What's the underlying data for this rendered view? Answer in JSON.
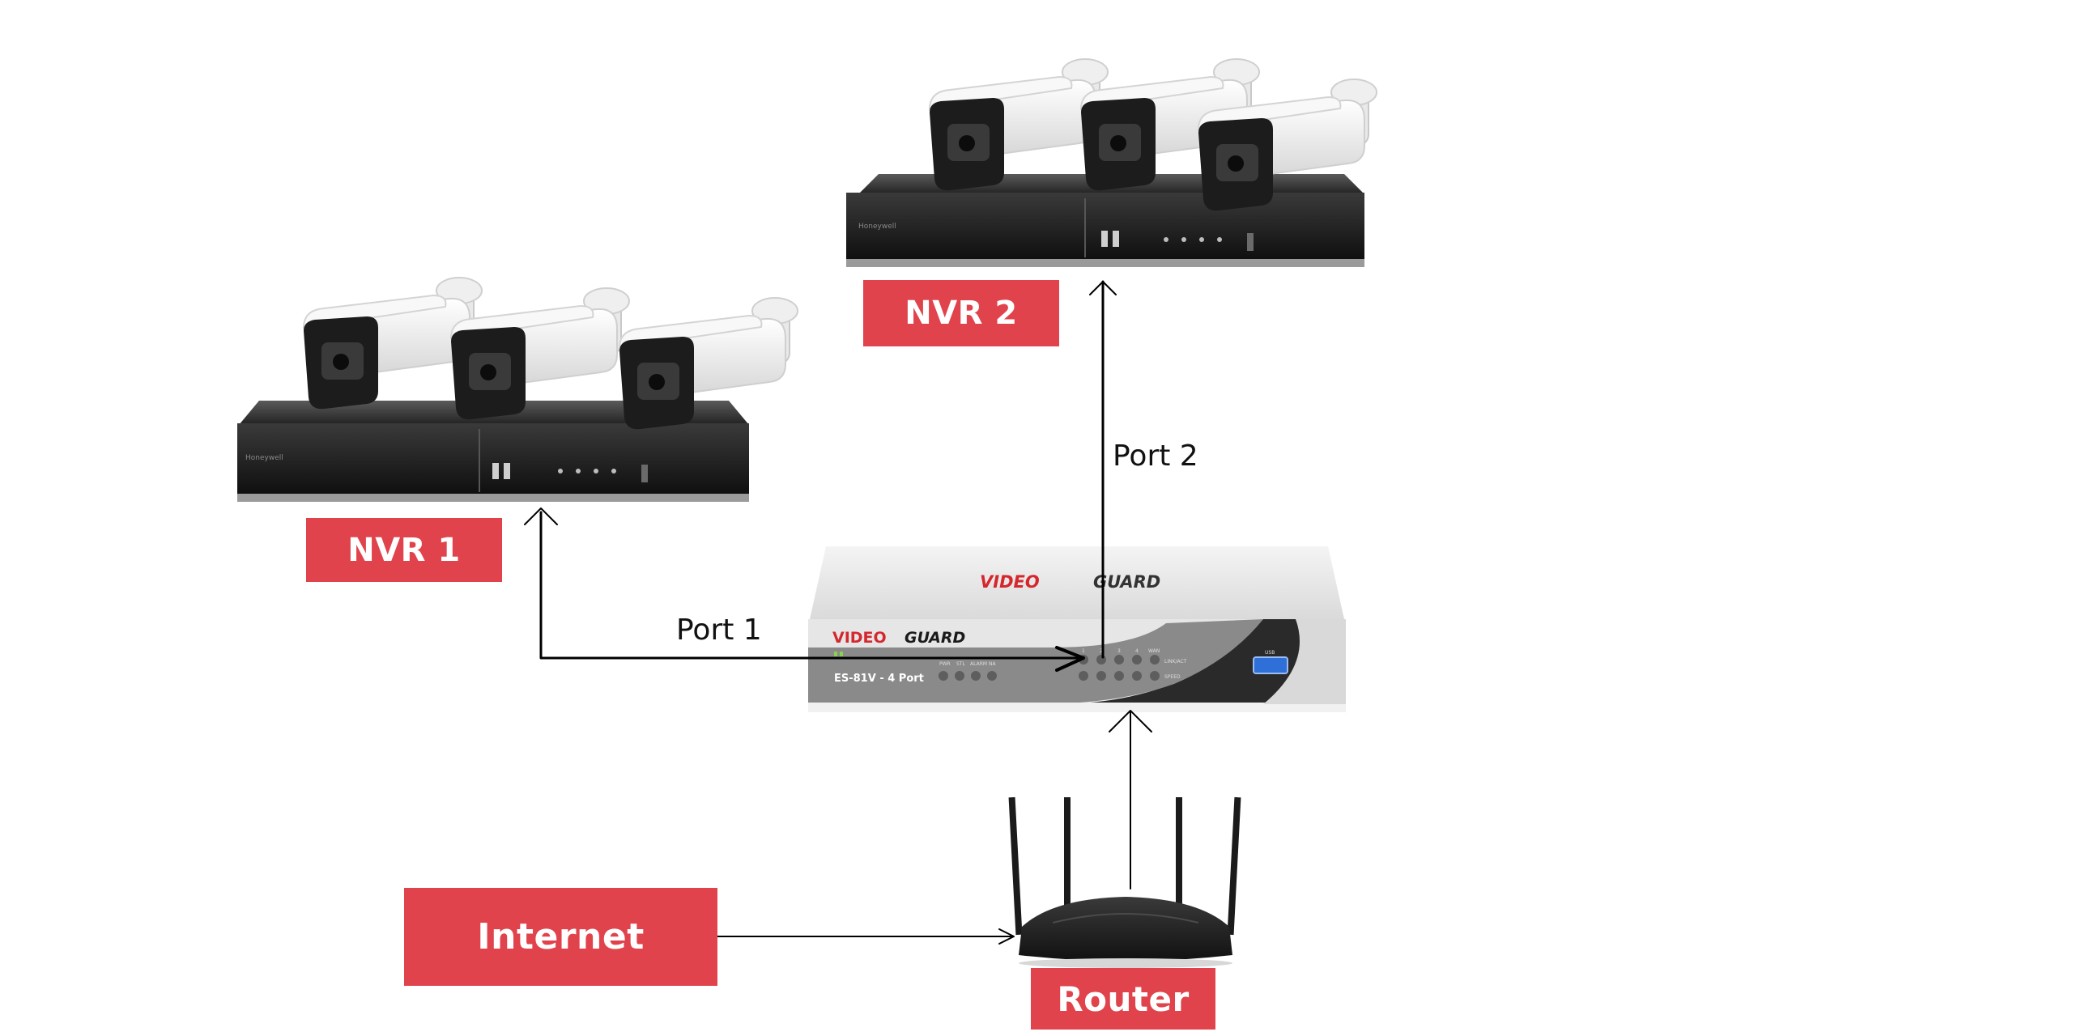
{
  "labels": {
    "nvr1": "NVR 1",
    "nvr2": "NVR 2",
    "internet": "Internet",
    "router": "Router",
    "port1": "Port 1",
    "port2": "Port 2"
  },
  "switch": {
    "top_brand_left": "VIDEO",
    "top_brand_right": "GUARD",
    "front_brand_left": "VIDEO",
    "front_brand_right": "GUARD",
    "model": "ES-81V - 4 Port",
    "leds": [
      "PWR",
      "STL",
      "ALARM",
      "NA"
    ],
    "ports": [
      "1",
      "2",
      "3",
      "4",
      "WAN"
    ],
    "link_label": "LINK/ACT",
    "speed_label": "SPEED",
    "usb_label": "USB"
  },
  "colors": {
    "label_bg": "#e0434b",
    "label_text": "#ffffff",
    "brand_red": "#d4272e",
    "line": "#000000"
  }
}
